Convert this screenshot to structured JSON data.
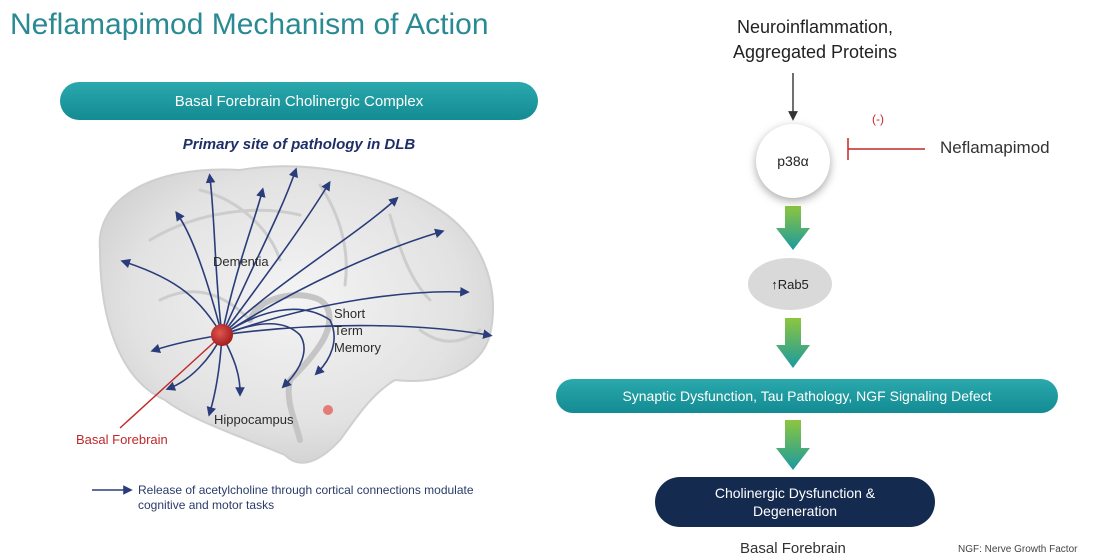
{
  "title": "Neflamapimod Mechanism of Action",
  "left_panel": {
    "header": "Basal Forebrain Cholinergic Complex",
    "subtitle": "Primary site of pathology in DLB",
    "labels": {
      "dementia": "Dementia",
      "short_term_memory": [
        "Short",
        "Term",
        "Memory"
      ],
      "hippocampus": "Hippocampus",
      "basal_forebrain": "Basal Forebrain"
    },
    "legend": "Release of acetylcholine through cortical connections modulate cognitive and motor tasks"
  },
  "pathway": {
    "top_label": [
      "Neuroinflammation,",
      "Aggregated Proteins"
    ],
    "p38": "p38α",
    "inhibitor": "Neflamapimod",
    "inhibition_sign": "(-)",
    "rab5": "Rab5",
    "rab5_arrow": "↑",
    "effects": "Synaptic Dysfunction, Tau Pathology, NGF Signaling Defect",
    "outcome": [
      "Cholinergic Dysfunction &",
      "Degeneration"
    ],
    "outcome_location": "Basal Forebrain",
    "footnote": "NGF: Nerve Growth Factor"
  },
  "colors": {
    "title": "#2a8a93",
    "teal": "#1c9aa0",
    "navy": "#142a4f",
    "inhibition_red": "#c0282a",
    "fiber_blue": "#2a3d7a"
  }
}
